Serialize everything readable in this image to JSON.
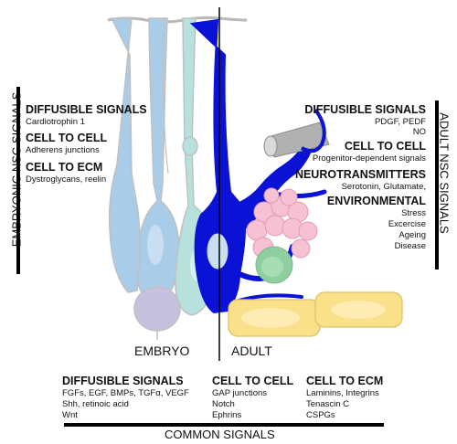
{
  "panel_labels": {
    "embryo": "EMBRYO",
    "adult": "ADULT"
  },
  "side_titles": {
    "embryonic": "EMBRYONIC NSC SIGNALS",
    "adult": "ADULT NSC SIGNALS",
    "common": "COMMON SIGNALS"
  },
  "embryonic": [
    {
      "heading": "DIFFUSIBLE SIGNALS",
      "items": [
        "Cardiotrophin 1"
      ]
    },
    {
      "heading": "CELL TO CELL",
      "items": [
        "Adherens junctions"
      ]
    },
    {
      "heading": "CELL TO ECM",
      "items": [
        "Dystroglycans, reelin"
      ]
    }
  ],
  "adult": [
    {
      "heading": "DIFFUSIBLE SIGNALS",
      "items": [
        "PDGF, PEDF",
        "NO"
      ]
    },
    {
      "heading": "CELL TO CELL",
      "items": [
        "Progenitor-dependent signals"
      ]
    },
    {
      "heading": "NEUROTRANSMITTERS",
      "items": [
        "Serotonin, Glutamate,"
      ]
    },
    {
      "heading": "ENVIRONMENTAL",
      "items": [
        "Stress",
        "Excercise",
        "Ageing",
        "Disease"
      ]
    }
  ],
  "common": [
    {
      "heading": "DIFFUSIBLE SIGNALS",
      "items": [
        "FGFs, EGF, BMPs, TGFα, VEGF",
        "Shh, retinoic acid",
        "Wnt"
      ]
    },
    {
      "heading": "CELL TO CELL",
      "items": [
        "GAP junctions",
        "Notch",
        "Ephrins"
      ]
    },
    {
      "heading": "CELL TO ECM",
      "items": [
        "Laminins, Integrins",
        "Tenascin C",
        "CSPGs"
      ]
    }
  ],
  "colors": {
    "embryo_cell": "#a9cde8",
    "embryo_cell_alt": "#b7e1dc",
    "embryo_basal_cell": "#c7c1e0",
    "adult_nsc": "#0a12d6",
    "niche_cells": "#f7c1d4",
    "niche_green": "#8fcf9f",
    "ependymal_cells": "#fbe08a",
    "vessel": "#b0b0b0"
  }
}
